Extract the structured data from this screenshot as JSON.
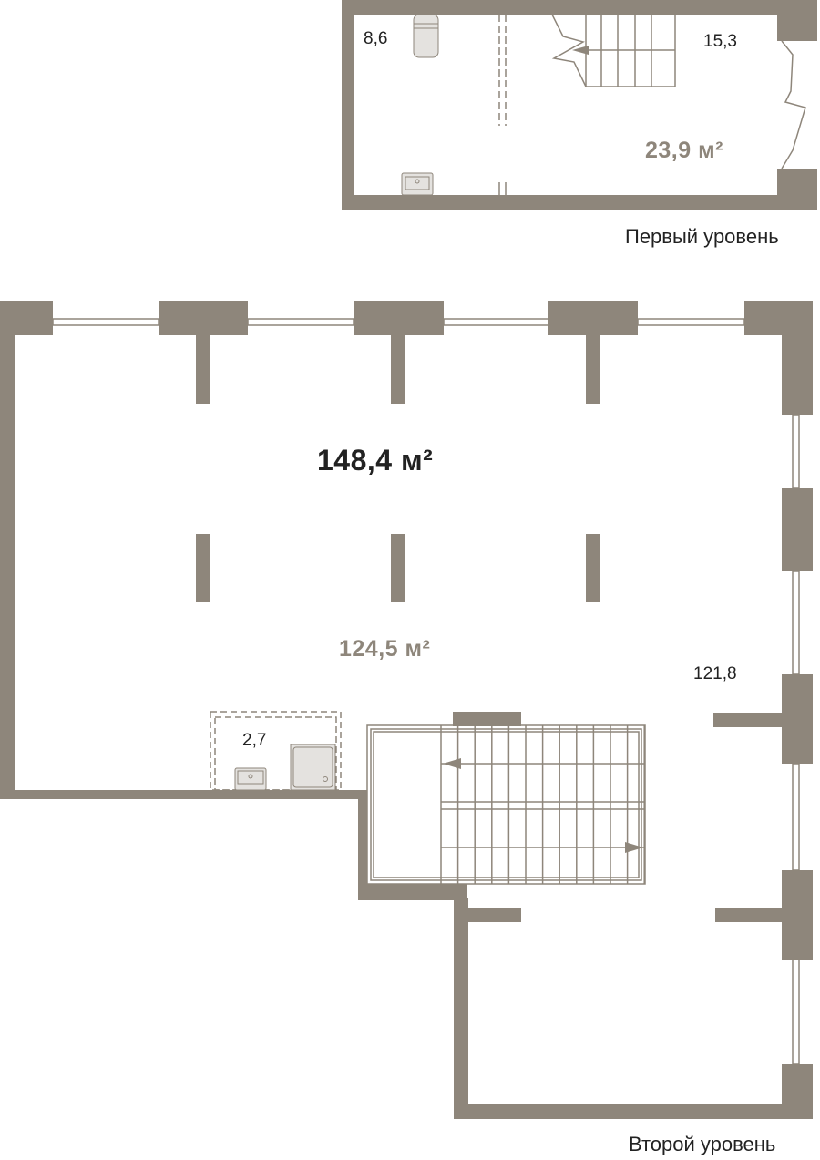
{
  "colors": {
    "wall": "#8e867b",
    "fixture": "#e4e2df",
    "text": "#222222",
    "area_secondary": "#8e867b"
  },
  "first_level": {
    "label": "Первый уровень",
    "total_area": "23,9 м²",
    "rooms": [
      {
        "area": "8,6"
      },
      {
        "area": "15,3"
      }
    ]
  },
  "second_level": {
    "label": "Второй уровень",
    "total_area": "124,5 м²",
    "rooms": [
      {
        "area": "2,7"
      },
      {
        "area": "121,8"
      }
    ]
  },
  "apartment_total_area": "148,4 м²"
}
